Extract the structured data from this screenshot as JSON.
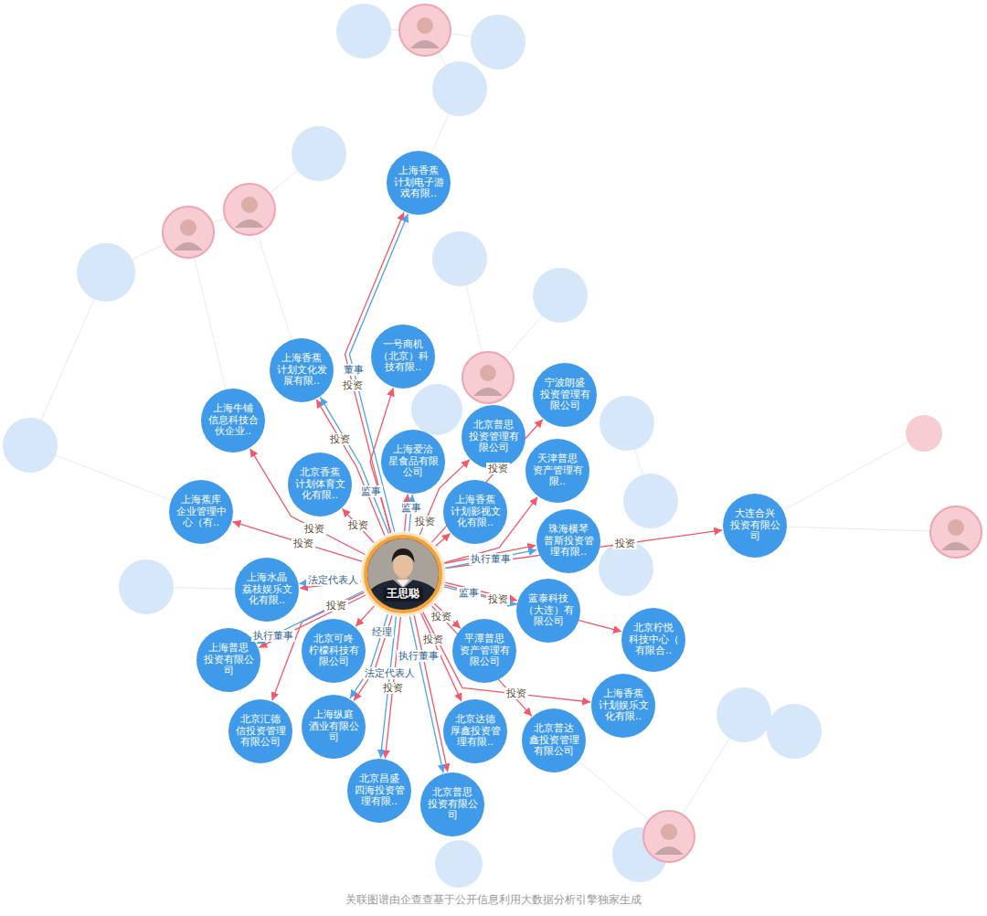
{
  "diagram": {
    "caption": "关联图谱由企查查基于公开信息利用大数据分析引擎独家生成",
    "nodes": [
      {
        "text": [
          "上海香蕉 计划电子游 戏有限.."
        ]
      },
      {
        "text": [
          "一号商机 （北京）科 技有限.."
        ]
      },
      {
        "text": [
          "上海香蕉 计划文化发 展有限.."
        ]
      },
      {
        "text": [
          "宁波朗盛 投资管理有 限公司"
        ]
      },
      {
        "text": [
          "上海牛铺 信息科技合 伙企业.."
        ]
      },
      {
        "text": [
          "北京普思 投资管理有 限公司"
        ]
      },
      {
        "text": [
          "上海爱洽 星食品有限 公司"
        ]
      },
      {
        "text": [
          "天津普思 资产管理有 限.."
        ]
      },
      {
        "text": [
          "北京香蕉 计划体育文 化有限.."
        ]
      },
      {
        "text": [
          "上海香蕉 计划影视文 化有限.."
        ]
      },
      {
        "text": [
          "上海蕉库 企业管理中 心（有.."
        ]
      },
      {
        "text": [
          "大连合兴 投资有限公 司"
        ]
      },
      {
        "text": [
          "珠海横琴 普斯投资管 理有限.."
        ]
      },
      {
        "text": [
          "王思聪"
        ]
      },
      {
        "text": [
          "上海水晶 荔枝娱乐文 化有限.."
        ]
      },
      {
        "text": [
          "蓝泰科技 （大连）有 限公司"
        ]
      },
      {
        "text": [
          "北京柠悦 科技中心（ 有限合.."
        ]
      },
      {
        "text": [
          "平潭普思 资产管理有 限公司"
        ]
      },
      {
        "text": [
          "北京可咚 柠檬科技有 限公司"
        ]
      },
      {
        "text": [
          "上海普思 投资有限公 司"
        ]
      },
      {
        "text": [
          "上海香蕉 计划娱乐文 化有限.."
        ]
      },
      {
        "text": [
          "上海纵庭 酒业有限公 司"
        ]
      },
      {
        "text": [
          "北京汇德 信投资管理 有限公司"
        ]
      },
      {
        "text": [
          "北京达德 厚鑫投资管 理有限.."
        ]
      },
      {
        "text": [
          "北京普达 鑫投资管理 有限公司"
        ]
      },
      {
        "text": [
          "北京昌盛 四海投资管 理有限.."
        ]
      },
      {
        "text": [
          "北京普思 投资有限公 司"
        ]
      }
    ],
    "edges": [
      {
        "from": 13,
        "to": 0,
        "arrow": "to",
        "label": "投资"
      },
      {
        "from": 13,
        "to": 1,
        "arrow": "to"
      },
      {
        "from": 13,
        "to": 2,
        "arrow": "to",
        "label": "投资"
      },
      {
        "from": 13,
        "to": 3,
        "arrow": "to",
        "label": "投资"
      },
      {
        "from": 13,
        "to": 4,
        "arrow": "to",
        "label": "投资"
      },
      {
        "from": 13,
        "to": 5,
        "arrow": "to",
        "label": "投资"
      },
      {
        "from": 13,
        "to": 6,
        "arrow": "to"
      },
      {
        "from": 13,
        "to": 7,
        "arrow": "to"
      },
      {
        "from": 13,
        "to": 8,
        "arrow": "to",
        "label": "投资"
      },
      {
        "from": 13,
        "to": 9,
        "arrow": "to"
      },
      {
        "from": 13,
        "to": 10,
        "arrow": "to",
        "label": "投资"
      },
      {
        "from": 13,
        "to": 11,
        "arrow": "to",
        "label": "投资"
      },
      {
        "from": 13,
        "to": 12,
        "arrow": "to"
      },
      {
        "from": 13,
        "to": 14,
        "arrow": "to"
      },
      {
        "from": 13,
        "to": 15,
        "arrow": "to"
      },
      {
        "from": 13,
        "to": 16,
        "arrow": "to",
        "label": "投资"
      },
      {
        "from": 13,
        "to": 17,
        "arrow": "to"
      },
      {
        "from": 13,
        "to": 18,
        "arrow": "to"
      },
      {
        "from": 13,
        "to": 19,
        "arrow": "to"
      },
      {
        "from": 13,
        "to": 20,
        "arrow": "to",
        "label": "投资"
      },
      {
        "from": 13,
        "to": 21,
        "arrow": "to"
      },
      {
        "from": 13,
        "to": 22,
        "arrow": "to",
        "label": "投资"
      },
      {
        "from": 13,
        "to": 23,
        "arrow": "to",
        "label": "投资"
      },
      {
        "from": 13,
        "to": 24,
        "arrow": "to",
        "label": "投资"
      },
      {
        "from": 13,
        "to": 25,
        "arrow": "to",
        "label": "投资"
      },
      {
        "from": 13,
        "to": 26,
        "arrow": "to"
      },
      {
        "from": 13,
        "to": 0,
        "arrow": "to",
        "label": "董事"
      },
      {
        "from": 13,
        "to": 2,
        "arrow": "to",
        "label": "监事"
      },
      {
        "from": 13,
        "to": 6,
        "arrow": "to",
        "label": "监事"
      },
      {
        "from": 13,
        "to": 12,
        "arrow": "to",
        "label": "执行董事"
      },
      {
        "from": 13,
        "to": 14,
        "arrow": "to",
        "label": "法定代表人"
      },
      {
        "from": 13,
        "to": 15,
        "arrow": "to",
        "label": "监事"
      },
      {
        "from": 13,
        "to": 19,
        "arrow": "to",
        "label": "执行董事"
      },
      {
        "from": 13,
        "to": 21,
        "arrow": "to",
        "label": "经理"
      },
      {
        "from": 13,
        "to": 25,
        "arrow": "to",
        "label": "法定代表人"
      },
      {
        "from": 13,
        "to": 26,
        "arrow": "to",
        "label": "执行董事"
      }
    ]
  }
}
